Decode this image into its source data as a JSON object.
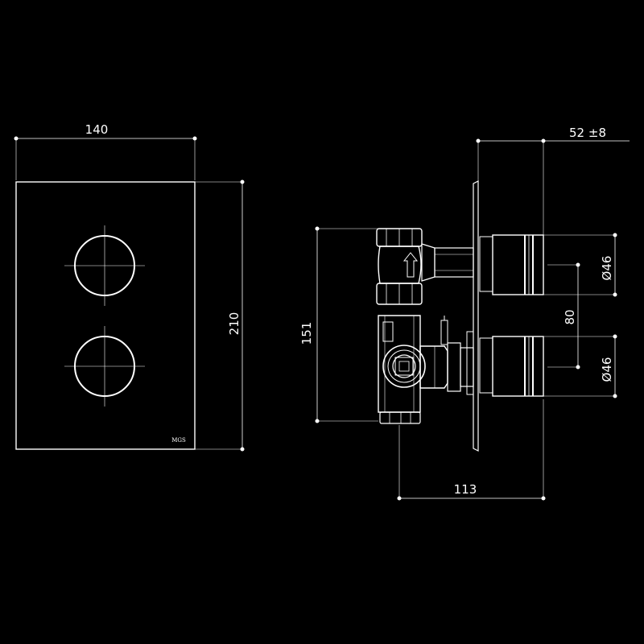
{
  "colors": {
    "background": "#000000",
    "line": "#ffffff"
  },
  "front_view": {
    "width_label": "140",
    "height_label": "210",
    "logo": "MGS"
  },
  "side_view": {
    "projection_label": "52 ±8",
    "body_height_label": "151",
    "spacing_label": "80",
    "upper_diameter_label": "Ø46",
    "lower_diameter_label": "Ø46",
    "depth_label": "113"
  }
}
